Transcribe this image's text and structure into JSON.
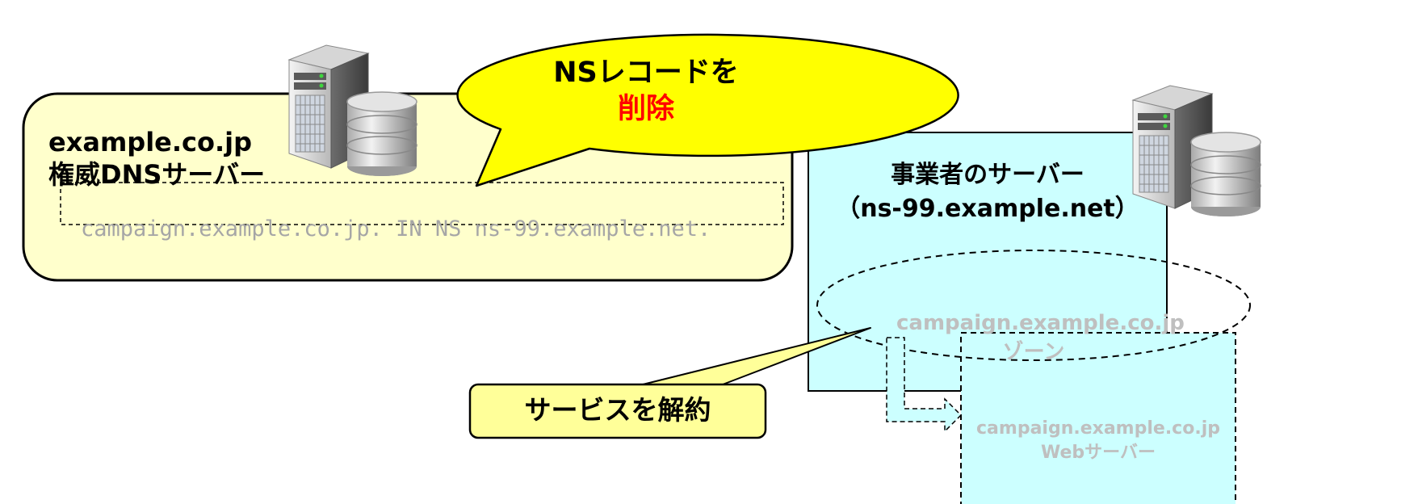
{
  "authoritative_server": {
    "domain": "example.co.jp",
    "role": "権威DNSサーバー",
    "ns_record": "campaign.example.co.jp. IN NS ns-99.example.net."
  },
  "delete_callout": {
    "line1": "NSレコードを",
    "line2": "削除",
    "emphasis_color": "#ff0000"
  },
  "provider_server": {
    "title": "事業者のサーバー",
    "hostname": "（ns-99.example.net）"
  },
  "zone": {
    "name": "campaign.example.co.jp",
    "label": "ゾーン"
  },
  "web_server": {
    "name": "campaign.example.co.jp",
    "label": "Webサーバー"
  },
  "cancel_callout": {
    "label": "サービスを解約"
  },
  "colors": {
    "auth_box_fill": "#ffffcc",
    "provider_box_fill": "#ccffff",
    "callout_yellow": "#ffff00",
    "faded_text": "#bfbfbf"
  },
  "icons": [
    "server-tower-icon",
    "database-icon"
  ]
}
